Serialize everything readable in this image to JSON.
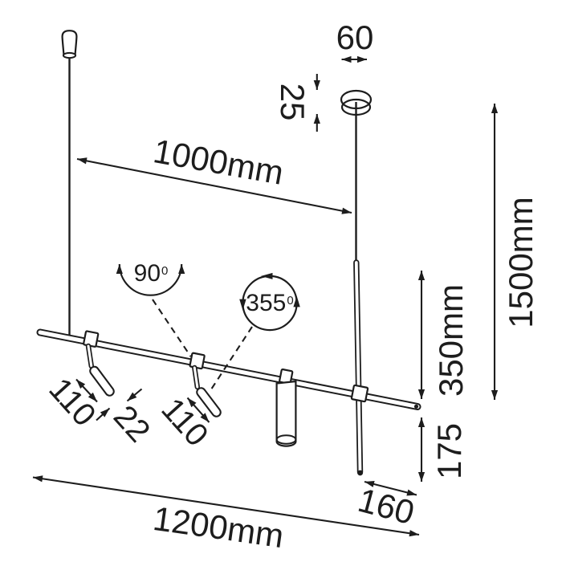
{
  "colors": {
    "line": "#1d1d1d",
    "background": "#ffffff"
  },
  "drawing": {
    "type": "pendant-lamp-dimension-drawing",
    "dimension_labels": {
      "canopy_width": "60",
      "canopy_height": "25",
      "suspension_spacing": "1000mm",
      "overall_drop": "1500mm",
      "rod_above_bar": "350mm",
      "rod_below_bar": "175",
      "rod_end_offset": "160",
      "bar_length": "1200mm",
      "spotlight_length_a": "110",
      "spotlight_diameter": "22",
      "spotlight_length_b": "110"
    },
    "angle_labels": {
      "tilt_value": "90",
      "tilt_sup": "0",
      "rotation_value": "355",
      "rotation_sup": "0"
    }
  }
}
